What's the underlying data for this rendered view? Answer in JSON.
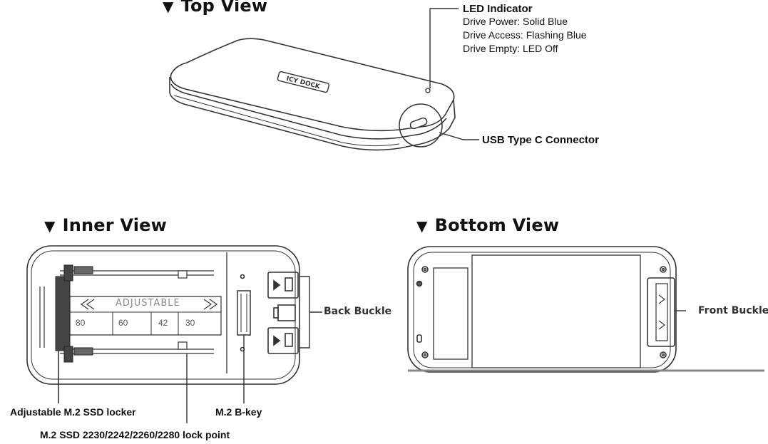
{
  "sections": {
    "top_view": {
      "title": "Top View"
    },
    "inner_view": {
      "title": "Inner View"
    },
    "bottom_view": {
      "title": "Bottom View"
    }
  },
  "led": {
    "title": "LED Indicator",
    "lines": [
      "Drive Power: Solid Blue",
      "Drive Access: Flashing Blue",
      "Drive Empty: LED Off"
    ]
  },
  "usb_label": "USB Type C Connector",
  "brand_logo": "ICY DOCK",
  "inner": {
    "adjustable_text": "ADJUSTABLE",
    "sizes": [
      "80",
      "60",
      "42",
      "30"
    ],
    "back_buckle": "Back Buckle",
    "locker_label": "Adjustable M.2 SSD locker",
    "bkey_label": "M.2 B-key",
    "lock_point_label": "M.2 SSD 2230/2242/2260/2280 lock point"
  },
  "bottom": {
    "front_buckle": "Front Buckle"
  },
  "colors": {
    "line": "#333333",
    "text": "#111111"
  }
}
